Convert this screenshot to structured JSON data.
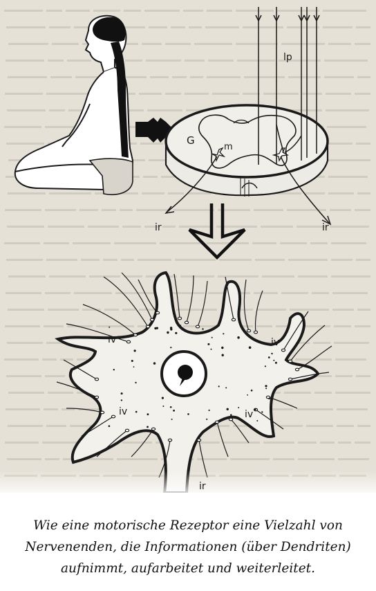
{
  "figure": {
    "labels": {
      "lp": "lp",
      "g": "G",
      "m": "m",
      "ir_left": "ir",
      "ir_right": "ir",
      "iv_upper_left": "iv",
      "iv_lower_left": "iv",
      "iv_lower_right": "iv",
      "iv_right": "iv",
      "ir_axon": "ir"
    }
  },
  "caption": {
    "line1": "Wie eine motorische Rezeptor eine Vielzahl von",
    "line2": "Nervenenden, die Informationen (über Dendriten)",
    "line3": "aufnimmt, aufarbeitet und weiterleitet."
  }
}
